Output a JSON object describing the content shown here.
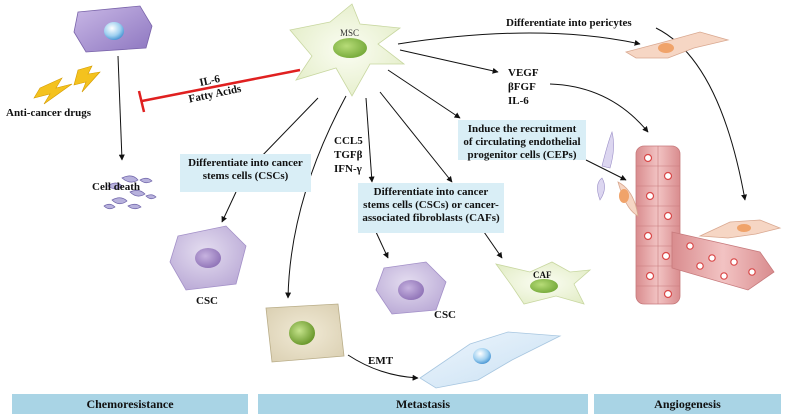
{
  "labels": {
    "msc": "MSC",
    "anti_cancer_drugs": "Anti-cancer drugs",
    "cell_death": "Cell death",
    "il6_inhibit": "IL-6",
    "fatty_acids": "Fatty Acids",
    "differentiate_pericytes": "Differentiate into pericytes",
    "vegf": "VEGF",
    "bfgf": "βFGF",
    "il6_angio": "IL-6",
    "ccl5": "CCL5",
    "tgfb": "TGFβ",
    "ifng": "IFN-γ",
    "csc_left": "CSC",
    "csc_mid": "CSC",
    "caf": "CAF",
    "emt": "EMT"
  },
  "boxes": {
    "csc_box": "Differentiate into cancer stems cells (CSCs)",
    "csc_caf_box": "Differentiate into cancer stems cells (CSCs) or cancer-associated fibroblasts (CAFs)",
    "cep_box": "Induce the recruitment of circulating endothelial progenitor cells (CEPs)"
  },
  "sections": {
    "chemoresistance": "Chemoresistance",
    "metastasis": "Metastasis",
    "angiogenesis": "Angiogenesis"
  },
  "colors": {
    "inhibit_arrow": "#e02020",
    "section_bar": "#a9d4e5",
    "text_box": "#d9eef6",
    "msc_cell": "#eef5dc",
    "msc_nucleus": "#8cc04a",
    "csc_cell": "#cbbfe0",
    "csc_nucleus": "#9b7fbf",
    "vessel": "#e6a7a8",
    "pericyte": "#f6d6c4"
  }
}
